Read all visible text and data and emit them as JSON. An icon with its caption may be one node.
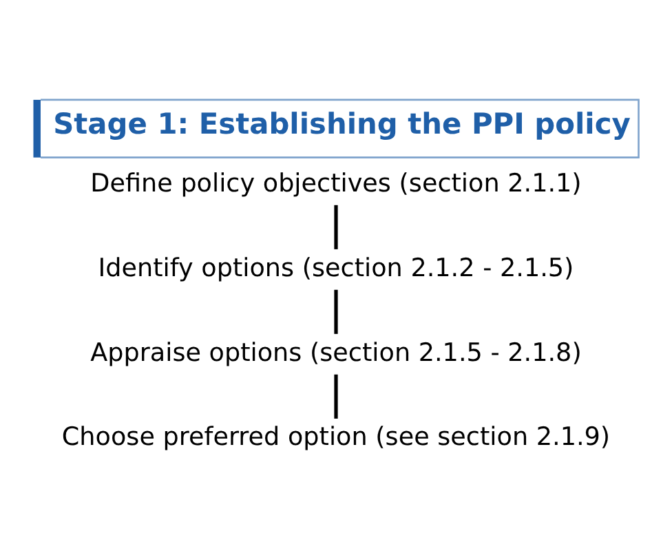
{
  "diagram": {
    "title": "Stage 1: Establishing the PPI policy",
    "nodes": [
      {
        "text": [
          "Define policy objectives (section 2.1.1)"
        ]
      },
      {
        "text": [
          "Identify options (section 2.1.2 - 2.1.5)"
        ]
      },
      {
        "text": [
          "Appraise options (section 2.1.5 - 2.1.8)"
        ]
      },
      {
        "text": [
          "Choose preferred option (see section 2.1.9)"
        ]
      }
    ],
    "edges": [
      {
        "from": 0,
        "to": 1,
        "arrow": "none"
      },
      {
        "from": 1,
        "to": 2,
        "arrow": "none"
      },
      {
        "from": 2,
        "to": 3,
        "arrow": "none"
      }
    ]
  }
}
